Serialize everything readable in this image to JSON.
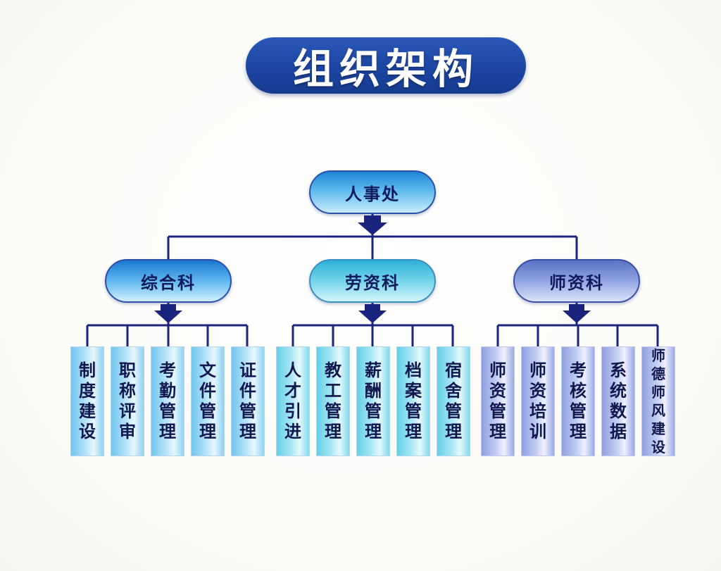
{
  "title": "组织架构",
  "root": {
    "label": "人事处"
  },
  "departments": [
    {
      "label": "综合科",
      "style": "blue",
      "items": [
        "制度建设",
        "职称评审",
        "考勤管理",
        "文件管理",
        "证件管理"
      ]
    },
    {
      "label": "劳资科",
      "style": "teal",
      "items": [
        "人才引进",
        "教工管理",
        "薪酬管理",
        "档案管理",
        "宿舍管理"
      ]
    },
    {
      "label": "师资科",
      "style": "violet",
      "items": [
        "师资管理",
        "师资培训",
        "考核管理",
        "系统数据",
        "师德师风建设"
      ]
    }
  ],
  "colors": {
    "banner": "#1c46a3",
    "connector": "#1a237e",
    "text": "#0f1a5c"
  }
}
